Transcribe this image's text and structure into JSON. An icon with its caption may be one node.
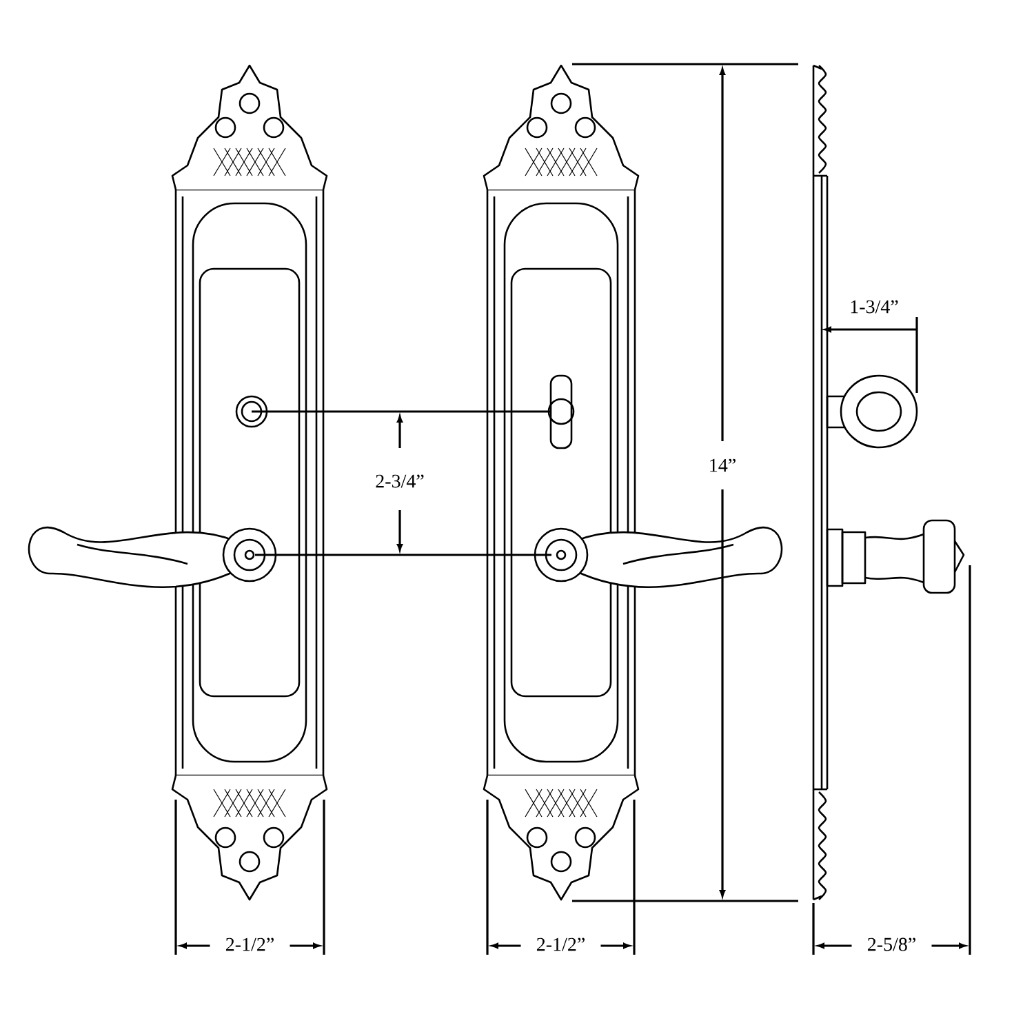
{
  "diagram": {
    "labels": [
      "1-3/4”",
      "14”",
      "2-3/4”",
      "2-1/2”",
      "2-1/2”",
      "2-5/8”"
    ]
  }
}
